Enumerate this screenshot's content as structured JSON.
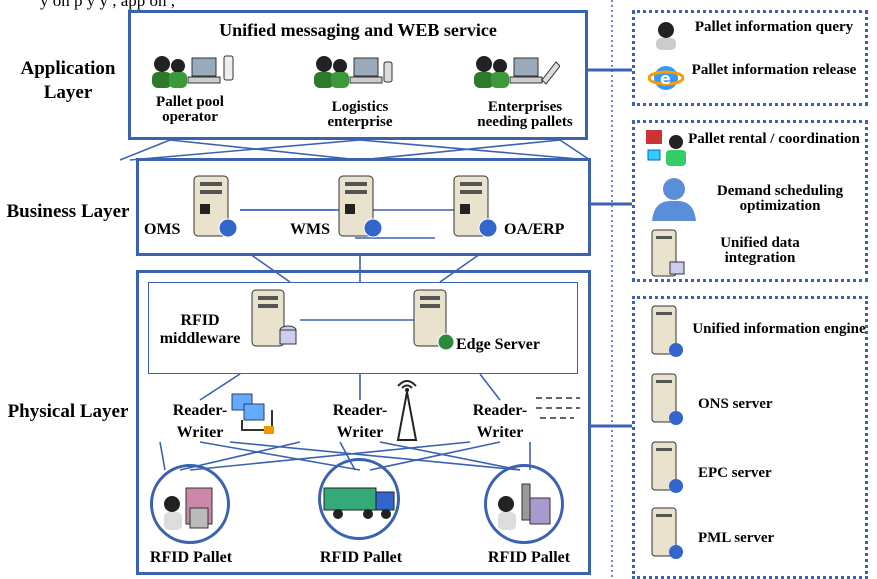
{
  "top_cut_text": "y   on   p y   y ,                    app   on ,",
  "layers": {
    "application": "Application Layer",
    "business": "Business Layer",
    "physical": "Physical Layer"
  },
  "application": {
    "title": "Unified messaging and WEB service",
    "nodes": [
      "Pallet pool operator",
      "Logistics enterprise",
      "Enterprises needing pallets"
    ]
  },
  "business": {
    "nodes": [
      "OMS",
      "WMS",
      "OA/ERP"
    ]
  },
  "physical": {
    "rfid_middleware": "RFID middleware",
    "edge_server": "Edge Server",
    "reader_writer": [
      "Reader-Writer",
      "Reader-Writer",
      "Reader-Writer"
    ],
    "pallets": [
      "RFID Pallet",
      "RFID Pallet",
      "RFID Pallet"
    ]
  },
  "right_panels": {
    "top": [
      "Pallet information query",
      "Pallet information release"
    ],
    "middle": [
      "Pallet rental / coordination",
      "Demand scheduling optimization",
      "Unified data integration"
    ],
    "bottom": [
      "Unified information engine",
      "ONS server",
      "EPC server",
      "PML server"
    ]
  },
  "colors": {
    "frame": "#3b62b0",
    "line": "#3b62b0"
  }
}
